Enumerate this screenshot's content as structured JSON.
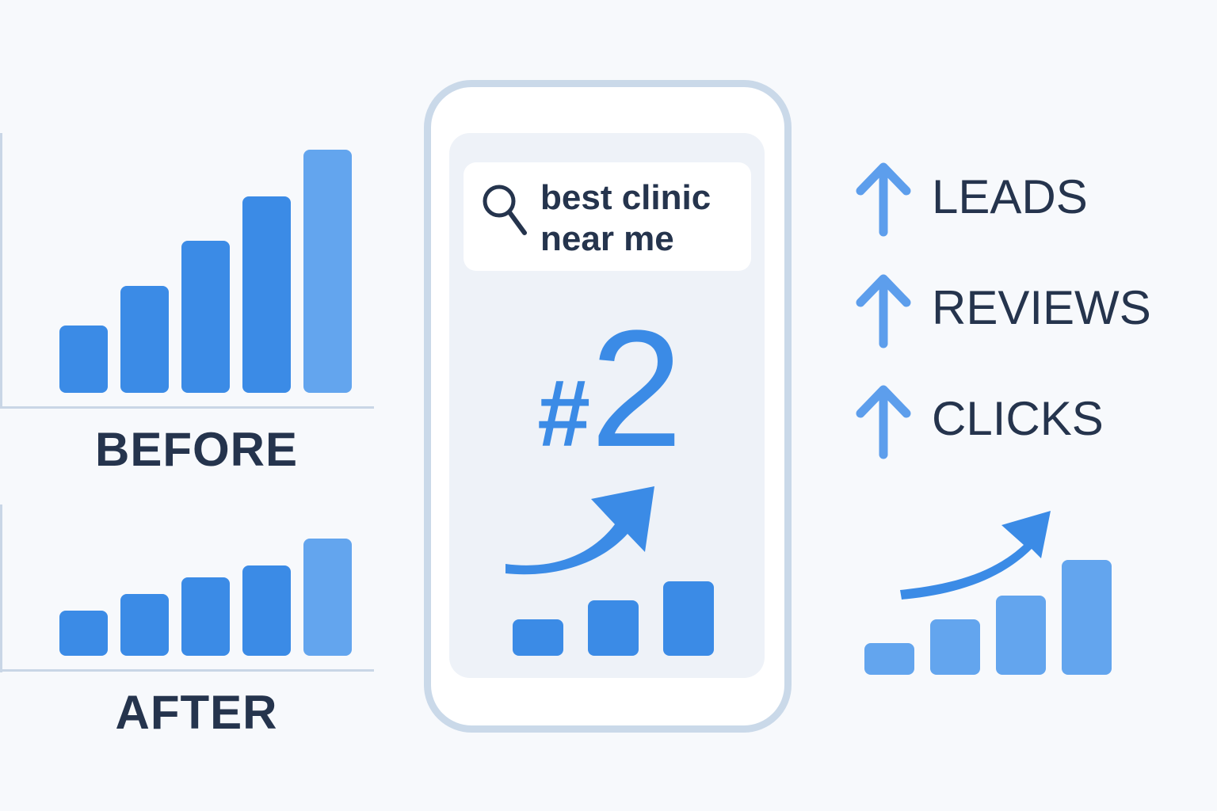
{
  "colors": {
    "background": "#f7f9fc",
    "bar_blue": "#3b8be6",
    "bar_light_blue": "#63a5ee",
    "text_dark": "#25344d",
    "phone_border": "#cad9e9"
  },
  "before_chart": {
    "label": "BEFORE",
    "values": [
      85,
      135,
      192,
      248,
      307
    ],
    "highlight_last": true
  },
  "after_chart": {
    "label": "AFTER",
    "values": [
      57,
      78,
      99,
      114,
      148
    ],
    "highlight_last": true
  },
  "phone": {
    "search_icon": "search-icon",
    "search_query_line1": "best clinic",
    "search_query_line2": "near me",
    "rank_hash": "#",
    "rank_number": "2",
    "trend_icon": "trend-up-arrow-icon",
    "mini_bars": [
      46,
      70,
      94
    ]
  },
  "metrics": [
    {
      "label": "LEADS",
      "icon": "up-arrow-icon"
    },
    {
      "label": "REVIEWS",
      "icon": "up-arrow-icon"
    },
    {
      "label": "CLICKS",
      "icon": "up-arrow-icon"
    }
  ],
  "growth_chart": {
    "icon": "trend-up-arrow-icon",
    "values": [
      40,
      70,
      100,
      145
    ]
  }
}
